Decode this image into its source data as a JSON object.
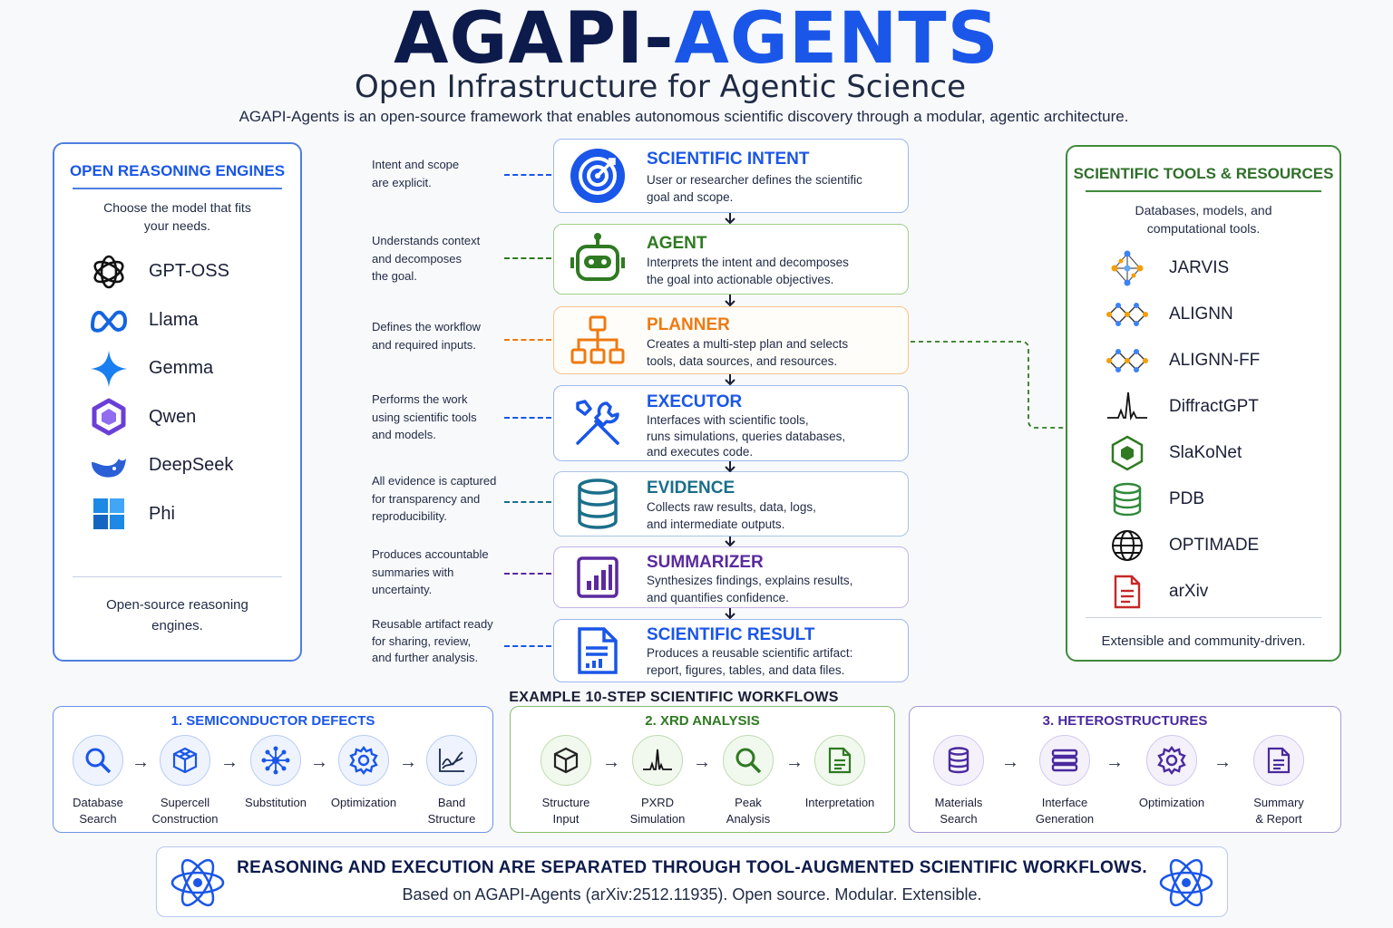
{
  "header": {
    "title_part1": "AGAPI-",
    "title_part2": "AGENTS",
    "subtitle": "Open Infrastructure for Agentic Science",
    "tagline": "AGAPI-Agents is an open-source framework that enables autonomous scientific discovery through a modular, agentic architecture."
  },
  "left_panel": {
    "title": "OPEN REASONING ENGINES",
    "subtitle_l1": "Choose the model that fits",
    "subtitle_l2": "your needs.",
    "engines": [
      {
        "label": "GPT-OSS",
        "icon": "openai-icon"
      },
      {
        "label": "Llama",
        "icon": "meta-icon"
      },
      {
        "label": "Gemma",
        "icon": "gemma-star-icon"
      },
      {
        "label": "Qwen",
        "icon": "qwen-icon"
      },
      {
        "label": "DeepSeek",
        "icon": "deepseek-whale-icon"
      },
      {
        "label": "Phi",
        "icon": "microsoft-icon"
      }
    ],
    "footer_l1": "Open-source reasoning",
    "footer_l2": "engines."
  },
  "right_panel": {
    "title": "SCIENTIFIC TOOLS & RESOURCES",
    "subtitle_l1": "Databases, models, and",
    "subtitle_l2": "computational tools.",
    "tools": [
      {
        "label": "JARVIS",
        "icon": "crystal-lattice-icon"
      },
      {
        "label": "ALIGNN",
        "icon": "graph-network-icon"
      },
      {
        "label": "ALIGNN-FF",
        "icon": "graph-network-icon"
      },
      {
        "label": "DiffractGPT",
        "icon": "diffraction-peak-icon"
      },
      {
        "label": "SlaKoNet",
        "icon": "hexagon-cube-icon"
      },
      {
        "label": "PDB",
        "icon": "database-icon"
      },
      {
        "label": "OPTIMADE",
        "icon": "globe-icon"
      },
      {
        "label": "arXiv",
        "icon": "document-icon"
      }
    ],
    "footer": "Extensible and community-driven."
  },
  "pipeline": [
    {
      "title": "SCIENTIFIC INTENT",
      "desc_l1": "User or researcher defines the scientific",
      "desc_l2": "goal and scope.",
      "desc_l3": "",
      "note_l1": "Intent and scope",
      "note_l2": "are explicit.",
      "note_l3": "",
      "color": "#1a56e8",
      "icon": "target-icon"
    },
    {
      "title": "AGENT",
      "desc_l1": "Interprets the intent and decomposes",
      "desc_l2": "the goal into actionable objectives.",
      "desc_l3": "",
      "note_l1": "Understands context",
      "note_l2": "and decomposes",
      "note_l3": "the goal.",
      "color": "#2f7a22",
      "icon": "robot-icon"
    },
    {
      "title": "PLANNER",
      "desc_l1": "Creates a multi-step plan and selects",
      "desc_l2": "tools, data sources, and resources.",
      "desc_l3": "",
      "note_l1": "Defines the workflow",
      "note_l2": "and required inputs.",
      "note_l3": "",
      "color": "#ee7a12",
      "icon": "hierarchy-icon"
    },
    {
      "title": "EXECUTOR",
      "desc_l1": "Interfaces with scientific tools,",
      "desc_l2": "runs simulations, queries databases,",
      "desc_l3": "and executes code.",
      "note_l1": "Performs the work",
      "note_l2": "using scientific tools",
      "note_l3": "and models.",
      "color": "#1a56e8",
      "icon": "tools-icon"
    },
    {
      "title": "EVIDENCE",
      "desc_l1": "Collects raw results, data, logs,",
      "desc_l2": "and intermediate outputs.",
      "desc_l3": "",
      "note_l1": "All evidence is captured",
      "note_l2": "for transparency and",
      "note_l3": "reproducibility.",
      "color": "#1a6f8a",
      "icon": "database-icon"
    },
    {
      "title": "SUMMARIZER",
      "desc_l1": "Synthesizes findings, explains results,",
      "desc_l2": "and quantifies confidence.",
      "desc_l3": "",
      "note_l1": "Produces accountable",
      "note_l2": "summaries with",
      "note_l3": "uncertainty.",
      "color": "#5a2a9e",
      "icon": "bar-chart-icon"
    },
    {
      "title": "SCIENTIFIC RESULT",
      "desc_l1": "Produces a reusable scientific artifact:",
      "desc_l2": "report, figures, tables, and data files.",
      "desc_l3": "",
      "note_l1": "Reusable artifact ready",
      "note_l2": "for sharing, review,",
      "note_l3": "and further analysis.",
      "color": "#1a56e8",
      "icon": "report-icon"
    }
  ],
  "workflows": {
    "heading": "EXAMPLE 10-STEP SCIENTIFIC WORKFLOWS",
    "groups": [
      {
        "title": "1. SEMICONDUCTOR DEFECTS",
        "color": "#1a56e8",
        "steps": [
          {
            "l1": "Database",
            "l2": "Search",
            "icon": "search-icon"
          },
          {
            "l1": "Supercell",
            "l2": "Construction",
            "icon": "cube-icon"
          },
          {
            "l1": "Substitution",
            "l2": "",
            "icon": "atom-network-icon"
          },
          {
            "l1": "Optimization",
            "l2": "",
            "icon": "gear-icon"
          },
          {
            "l1": "Band",
            "l2": "Structure",
            "icon": "band-chart-icon"
          }
        ]
      },
      {
        "title": "2. XRD ANALYSIS",
        "color": "#2f7a22",
        "steps": [
          {
            "l1": "Structure",
            "l2": "Input",
            "icon": "cube-icon"
          },
          {
            "l1": "PXRD",
            "l2": "Simulation",
            "icon": "diffraction-peak-icon"
          },
          {
            "l1": "Peak",
            "l2": "Analysis",
            "icon": "search-icon"
          },
          {
            "l1": "Interpretation",
            "l2": "",
            "icon": "document-icon"
          }
        ]
      },
      {
        "title": "3. HETEROSTRUCTURES",
        "color": "#4a2a9e",
        "steps": [
          {
            "l1": "Materials",
            "l2": "Search",
            "icon": "database-icon"
          },
          {
            "l1": "Interface",
            "l2": "Generation",
            "icon": "layers-icon"
          },
          {
            "l1": "Optimization",
            "l2": "",
            "icon": "gear-icon"
          },
          {
            "l1": "Summary",
            "l2": "& Report",
            "icon": "document-icon"
          }
        ]
      }
    ]
  },
  "footer": {
    "main": "REASONING AND EXECUTION ARE SEPARATED THROUGH TOOL-AUGMENTED SCIENTIFIC WORKFLOWS.",
    "sub": "Based on AGAPI-Agents (arXiv:2512.11935). Open source. Modular. Extensible."
  }
}
